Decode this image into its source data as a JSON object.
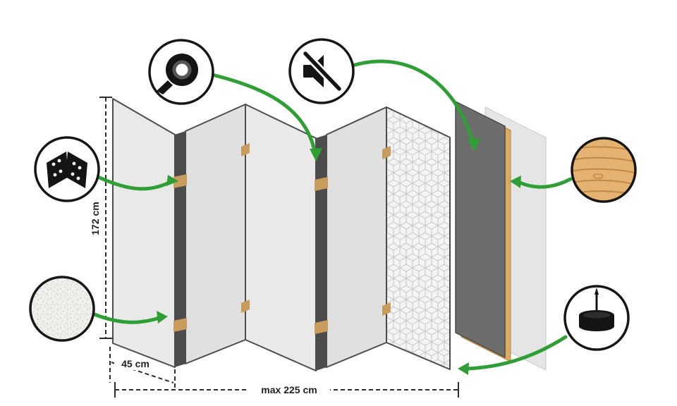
{
  "dimensions": {
    "height_label": "172 cm",
    "panel_width_label": "45 cm",
    "max_width_label": "max 225 cm"
  },
  "colors": {
    "background": "#ffffff",
    "arrow": "#2f9e35",
    "outline": "#161616",
    "dimension_text": "#1f1f1f",
    "panel_face": "#e9e9e9",
    "panel_face_alt": "#e0e0e0",
    "panel_edge": "#4c4c4c",
    "hinge_wood": "#c79c5c",
    "frame_wood": "#dcaa60",
    "dark_board": "#6d6d6d",
    "back_panel": "#e5e5e5",
    "pattern_panel": "#f4f4f4",
    "pattern_line": "#c6c6c6",
    "wood_sample": "#e4b271",
    "wood_grain": "#c08a45",
    "icon_black": "#141414"
  },
  "callouts": [
    "hinge-icon",
    "tape-roll-icon",
    "muted-speaker-icon",
    "wood-texture-icon",
    "canvas-texture-icon",
    "floor-pin-foot-icon"
  ]
}
